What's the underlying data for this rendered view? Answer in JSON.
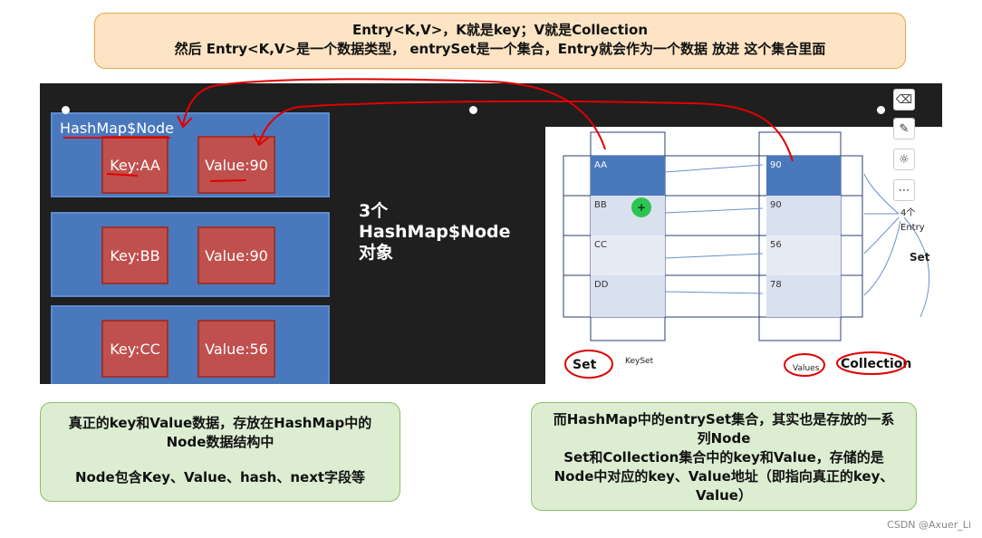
{
  "top_callout": {
    "line1": "Entry<K,V>，K就是key；V就是Collection",
    "line2": "然后 Entry<K,V>是一个数据类型， entrySet是一个集合，Entry就会作为一个数据 放进 这个集合里面"
  },
  "nodes": {
    "title": "HashMap$Node",
    "items": [
      {
        "key": "Key:AA",
        "value": "Value:90"
      },
      {
        "key": "Key:BB",
        "value": "Value:90"
      },
      {
        "key": "Key:CC",
        "value": "Value:56"
      }
    ]
  },
  "count_label": {
    "line1": "3个",
    "line2": "HashMap$Node",
    "line3": "对象"
  },
  "table": {
    "keys": [
      "AA",
      "BB",
      "CC",
      "DD"
    ],
    "values": [
      "90",
      "90",
      "56",
      "78"
    ],
    "entry_label_1": "4个",
    "entry_label_2": "Entry",
    "set_side_label": "Set",
    "set_label": "Set",
    "keyset_label": "KeySet",
    "values_label": "Values",
    "collection_label": "Collection",
    "plus_symbol": "+"
  },
  "toolbar_icons": [
    "eraser-icon",
    "pen-icon",
    "lightbulb-icon",
    "more-icon"
  ],
  "bottom_left": {
    "line1": "真正的key和Value数据，存放在HashMap中的",
    "line2": "Node数据结构中",
    "line3": "Node包含Key、Value、hash、next字段等"
  },
  "bottom_right": {
    "line1": "而HashMap中的entrySet集合，其实也是存放的一系",
    "line2": "列Node",
    "line3": "Set和Collection集合中的key和Value，存储的是",
    "line4": "Node中对应的key、Value地址（即指向真正的key、",
    "line5": "Value）"
  },
  "watermark": "CSDN @Axuer_Li",
  "colors": {
    "node_blue": "#4a78bd",
    "cell_red": "#c0504d",
    "board": "#1f1f1f",
    "ink_red": "#e00000",
    "callout_orange": "#fce4c4",
    "callout_green": "#dcedd2"
  }
}
